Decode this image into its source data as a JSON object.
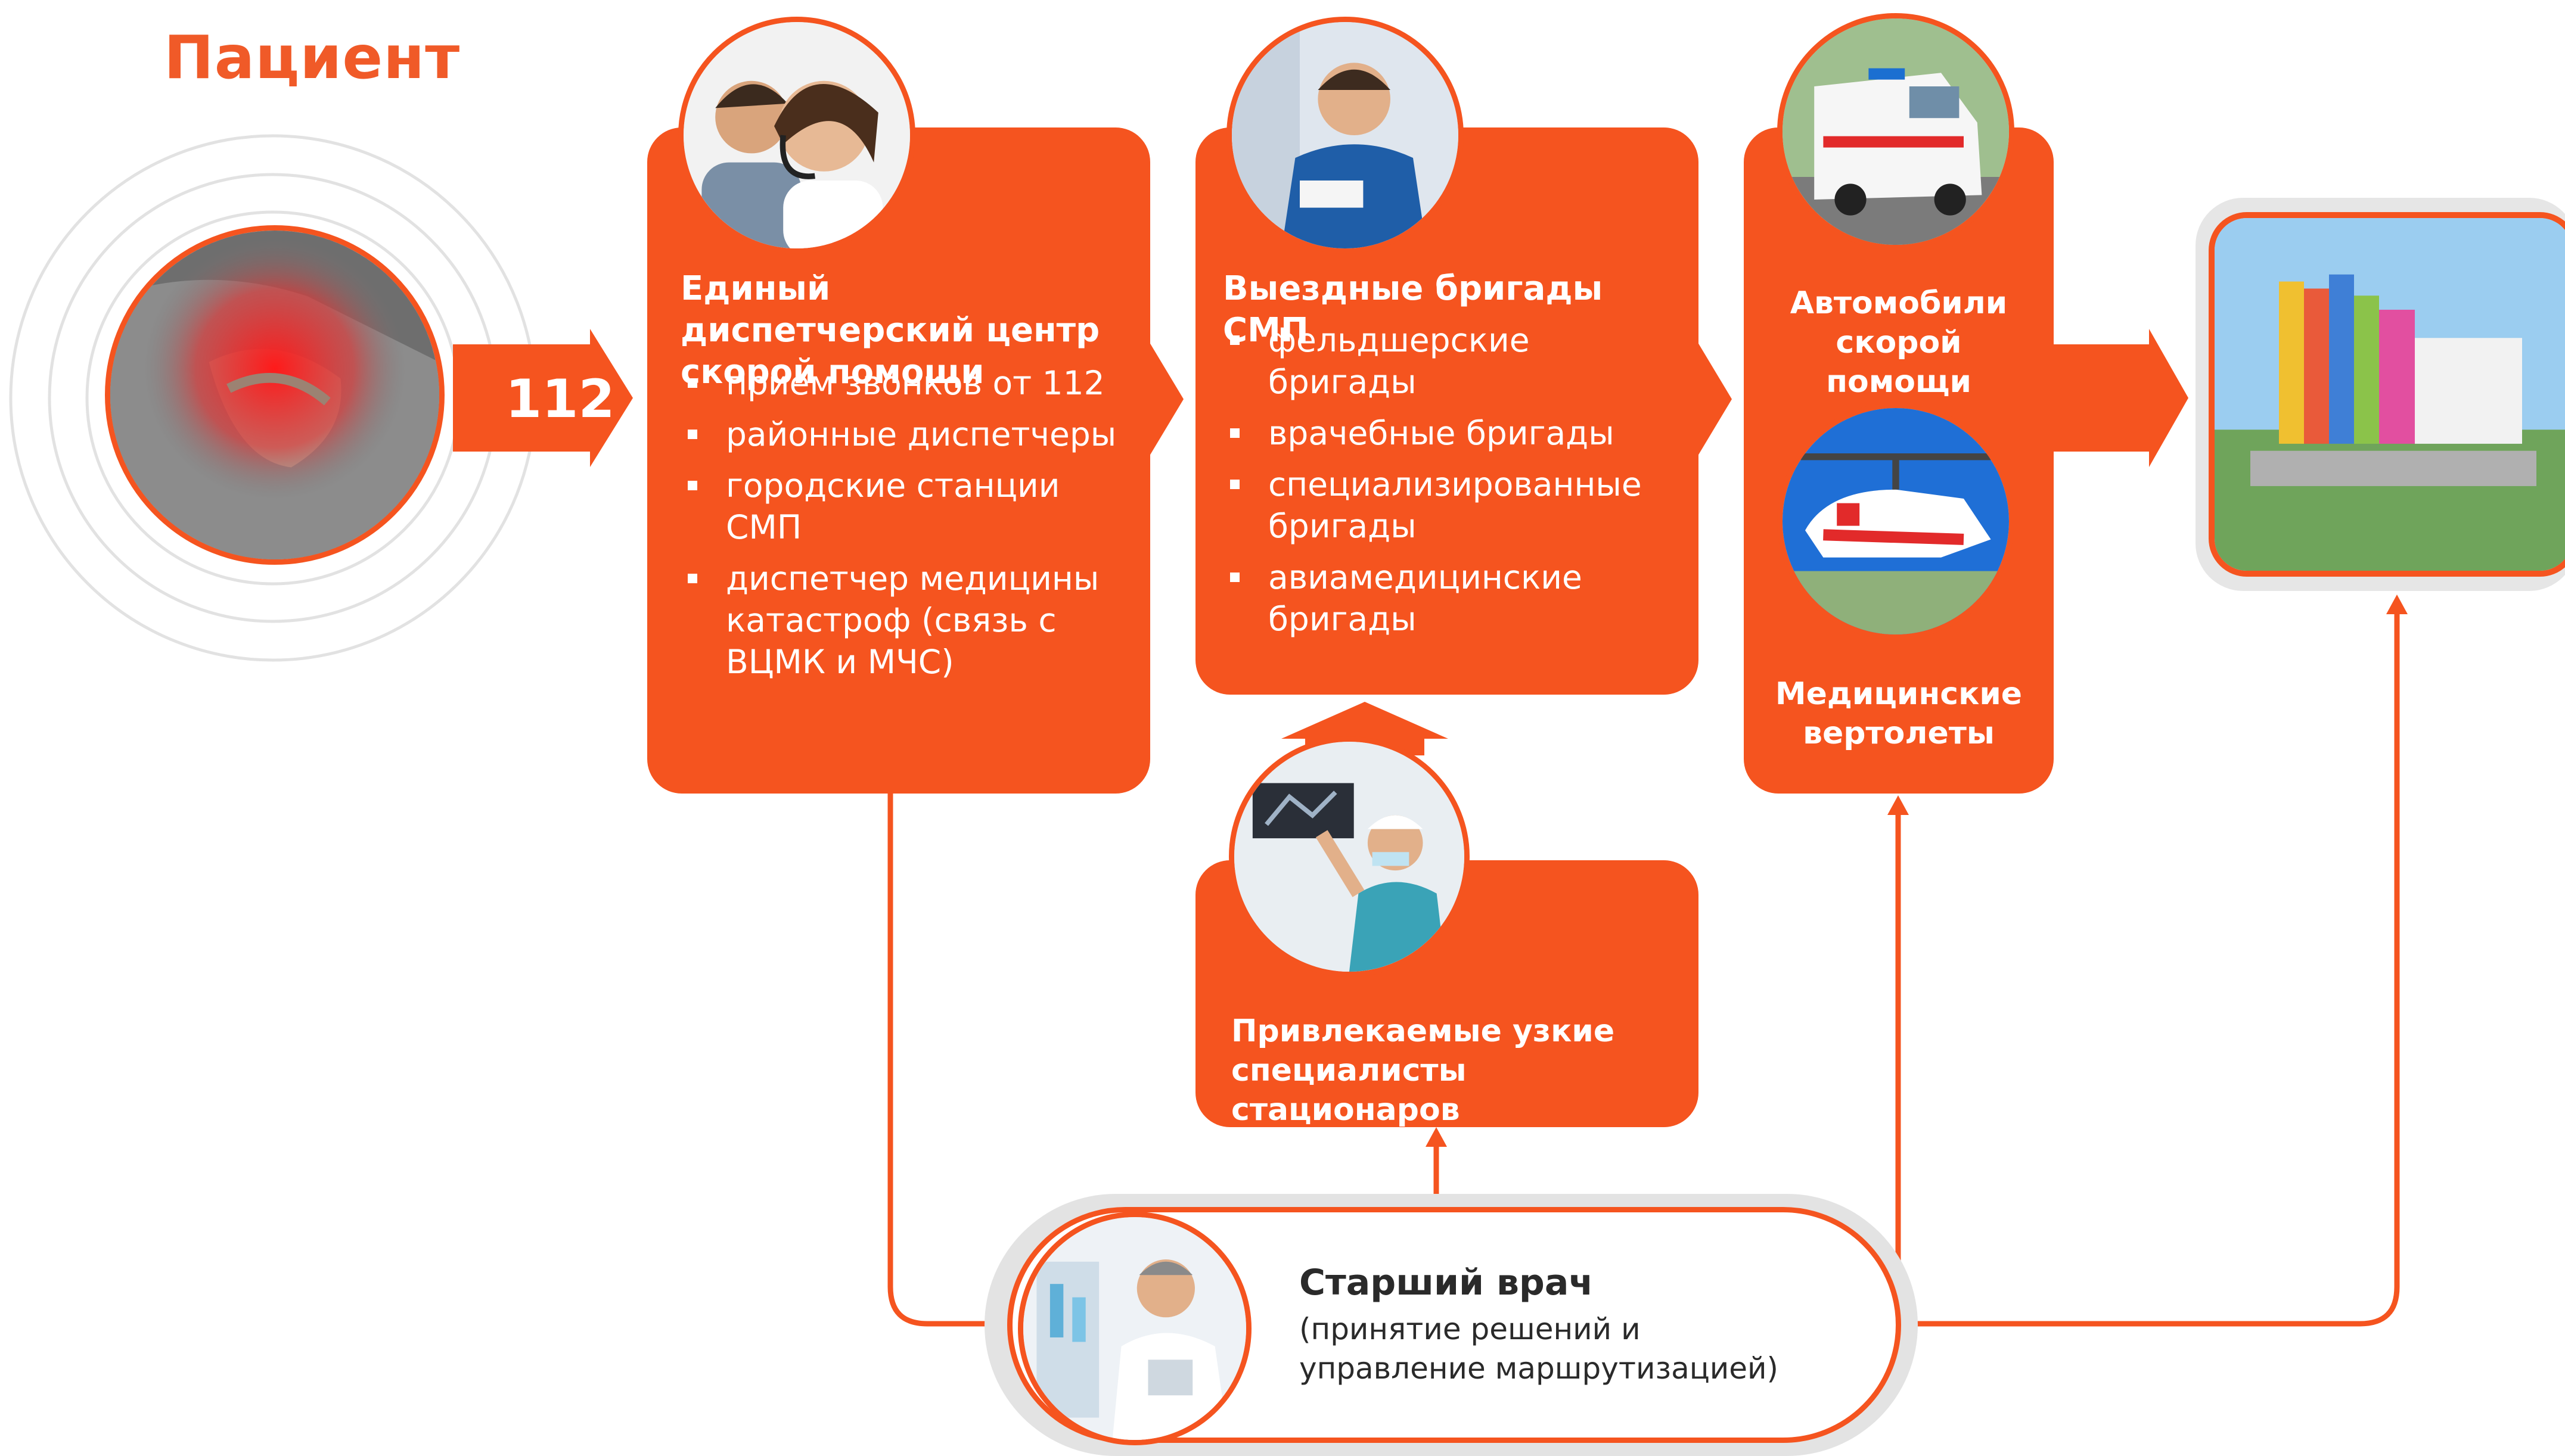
{
  "patient": {
    "title": "Пациент",
    "number": "112"
  },
  "dispatch": {
    "title": "Единый диспетчерский центр скорой помощи",
    "items": [
      "прием звонков от 112",
      "районные диспетчеры",
      "городские станции СМП",
      "диспетчер медицины катастроф (связь с ВЦМК и МЧС)"
    ]
  },
  "brigades": {
    "title": "Выездные бригады СМП",
    "items": [
      "фельдшерские бригады",
      "врачебные бригады",
      "специализированные бригады",
      "авиамедицинские бригады"
    ]
  },
  "vehicles": {
    "cars": "Автомобили скорой помощи",
    "helicopters": "Медицинские вертолеты"
  },
  "specialists": {
    "title": "Привлекаемые узкие специалисты стационаров"
  },
  "senior": {
    "title": "Старший врач",
    "subtitle": "(принятие решений и управление маршрутизацией)"
  },
  "colors": {
    "accent": "#f5541f",
    "text_dark": "#2a2a2a",
    "frame_gray": "#e3e3e3"
  },
  "icons": [
    "patient-heart-attack-photo",
    "dispatcher-photo",
    "paramedic-photo",
    "ambulance-car-photo",
    "helicopter-photo",
    "hospital-photo",
    "specialist-doctor-photo",
    "senior-doctor-photo"
  ]
}
